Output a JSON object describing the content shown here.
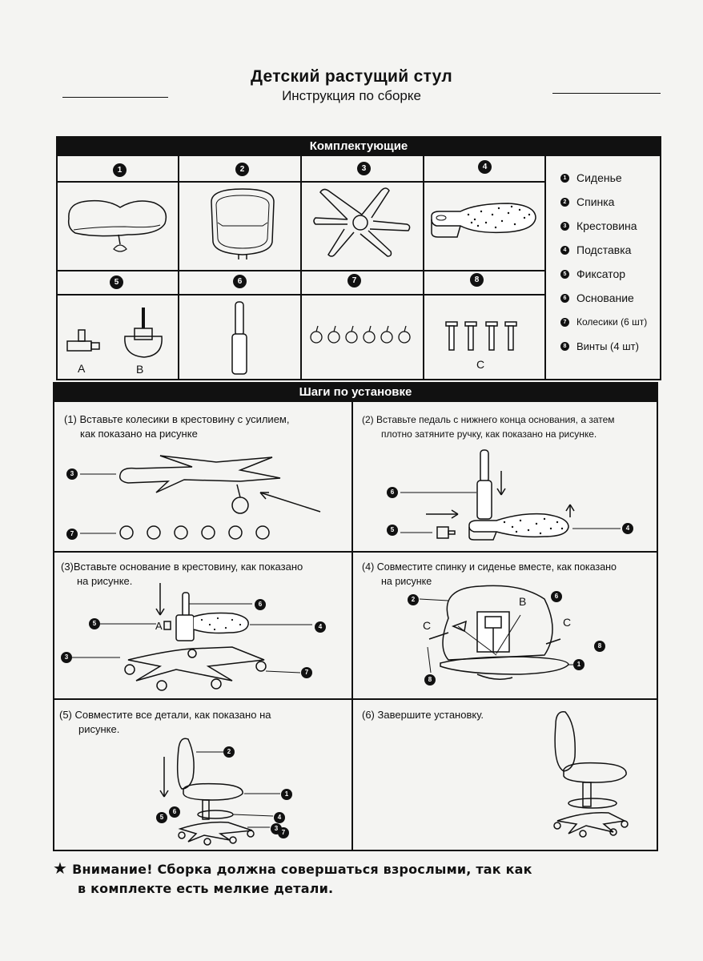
{
  "header": {
    "title": "Детский растущий стул",
    "subtitle": "Инструкция по сборке"
  },
  "parts_section": {
    "title": "Комплектующие",
    "slots": [
      "1",
      "2",
      "3",
      "4",
      "5",
      "6",
      "7",
      "8"
    ],
    "letters": {
      "a": "A",
      "b": "B",
      "c": "C"
    },
    "legend": [
      {
        "num": "1",
        "label": "Сиденье"
      },
      {
        "num": "2",
        "label": "Спинка"
      },
      {
        "num": "3",
        "label": "Крестовина"
      },
      {
        "num": "4",
        "label": "Подставка"
      },
      {
        "num": "5",
        "label": "Фиксатор"
      },
      {
        "num": "6",
        "label": "Основание"
      },
      {
        "num": "7",
        "label": "Колесики (6 шт)"
      },
      {
        "num": "8",
        "label": "Винты (4 шт)"
      }
    ]
  },
  "steps_section": {
    "title": "Шаги по установке",
    "steps": [
      {
        "num": "(1)",
        "text_line1": "Вставьте колесики в крестовину с усилием,",
        "text_line2": "как показано на рисунке"
      },
      {
        "num": "(2)",
        "text_line1": "Вставьте педаль с нижнего конца основания, а затем",
        "text_line2": "плотно затяните ручку, как показано на рисунке."
      },
      {
        "num": "(3)",
        "text_line1": "Вставьте основание в крестовину, как показано",
        "text_line2": "на рисунке."
      },
      {
        "num": "(4)",
        "text_line1": "Совместите спинку и сиденье вместе, как показано",
        "text_line2": "на рисунке"
      },
      {
        "num": "(5)",
        "text_line1": "Совместите все детали, как показано на",
        "text_line2": "рисунке."
      },
      {
        "num": "(6)",
        "text_line1": "Завершите установку.",
        "text_line2": ""
      }
    ],
    "callouts": {
      "s1": [
        "3",
        "7"
      ],
      "s2": [
        "6",
        "5",
        "4"
      ],
      "s3": [
        "5",
        "6",
        "4",
        "3",
        "7"
      ],
      "s3_letter": "A",
      "s4": [
        "2",
        "6",
        "1",
        "8",
        "8"
      ],
      "s4_letters": [
        "B",
        "C",
        "C"
      ],
      "s5": [
        "2",
        "1",
        "6",
        "5",
        "4",
        "3",
        "7"
      ]
    }
  },
  "warning": {
    "star": "★",
    "line1": "Внимание! Сборка должна совершаться взрослыми, так как",
    "line2": "в комплекте есть мелкие детали."
  }
}
